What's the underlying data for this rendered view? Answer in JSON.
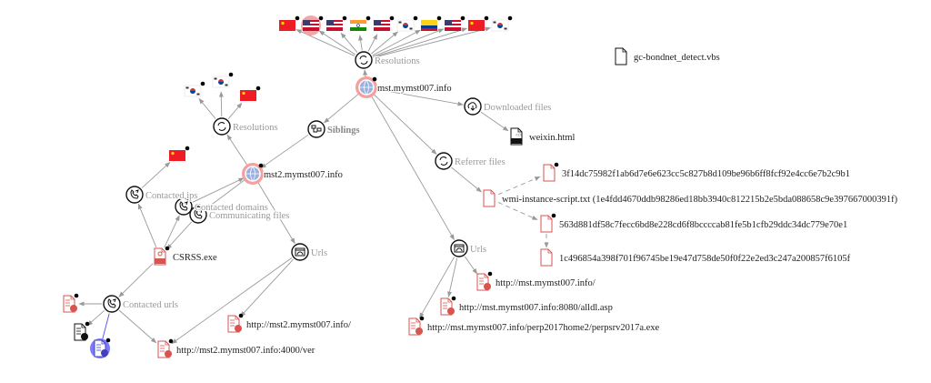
{
  "graph": {
    "nodes": {
      "res_top": {
        "label": "Resolutions",
        "kind": "relation"
      },
      "gc": {
        "label": "gc-bondnet_detect.vbs",
        "kind": "file-black"
      },
      "mst": {
        "label": "mst.mymst007.info",
        "kind": "domain-highlight"
      },
      "dl": {
        "label": "Downloaded files",
        "kind": "relation-download"
      },
      "weixin": {
        "label": "weixin.html",
        "kind": "html-file"
      },
      "ref": {
        "label": "Referrer files",
        "kind": "relation"
      },
      "wmi": {
        "label": "wmi-instance-script.txt (1e4fdd4670ddb98286ed18bb3940c812215b2e5bda088658c9e397667000391f)",
        "kind": "file-red"
      },
      "f3f14": {
        "label": "3f14dc75982f1ab6d7e6e623cc5c827b8d109be96b6ff8fcf92e4cc6e7b2c9b1",
        "kind": "file-red"
      },
      "f563d": {
        "label": "563d881df58c7fecc6bd8e228cd6f8bccccab81fe5b1cfb29ddc34dc779e70e1",
        "kind": "file-red"
      },
      "f1c49": {
        "label": "1c496854a398f701f96745be19e47d758de50f0f22e2ed3c247a200857f6105f",
        "kind": "file-red"
      },
      "urls_r": {
        "label": "Urls",
        "kind": "relation-url"
      },
      "u1": {
        "label": "http://mst.mymst007.info/",
        "kind": "url-red"
      },
      "u2": {
        "label": "http://mst.mymst007.info:8080/alldl.asp",
        "kind": "url-red"
      },
      "u3": {
        "label": "http://mst.mymst007.info/perp2017home2/perpsrv2017a.exe",
        "kind": "url-red"
      },
      "sib": {
        "label": "Siblings",
        "kind": "relation-siblings"
      },
      "mst2": {
        "label": "mst2.mymst007.info",
        "kind": "domain-highlight"
      },
      "res_left": {
        "label": "Resolutions",
        "kind": "relation"
      },
      "cips": {
        "label": "Contacted ips",
        "kind": "relation-phone"
      },
      "cdom": {
        "label": "Contacted domains",
        "kind": "relation-phone"
      },
      "cfiles": {
        "label": "Communicating files",
        "kind": "relation-phone"
      },
      "csrss": {
        "label": "CSRSS.exe",
        "kind": "exe-red"
      },
      "urls_l": {
        "label": "Urls",
        "kind": "relation-url"
      },
      "u4": {
        "label": "http://mst2.mymst007.info/",
        "kind": "url-red"
      },
      "u5": {
        "label": "http://mst2.mymst007.info:4000/ver",
        "kind": "url-red"
      },
      "curls": {
        "label": "Contacted urls",
        "kind": "relation-phone"
      },
      "cu1": {
        "label": "",
        "kind": "url-red"
      },
      "cu2": {
        "label": "",
        "kind": "url-black"
      },
      "cu3": {
        "label": "",
        "kind": "url-blue-selected"
      }
    },
    "flags_top": [
      "cn",
      "us",
      "us",
      "in",
      "us",
      "kr",
      "co",
      "us",
      "cn",
      "kr"
    ],
    "flags_left": [
      "kr",
      "kr",
      "cn",
      "cn"
    ],
    "colors": {
      "edge": "#9a9a9a",
      "highlight": "#f08080",
      "malicious": "#d9534f",
      "selected": "#6f6fff"
    }
  }
}
